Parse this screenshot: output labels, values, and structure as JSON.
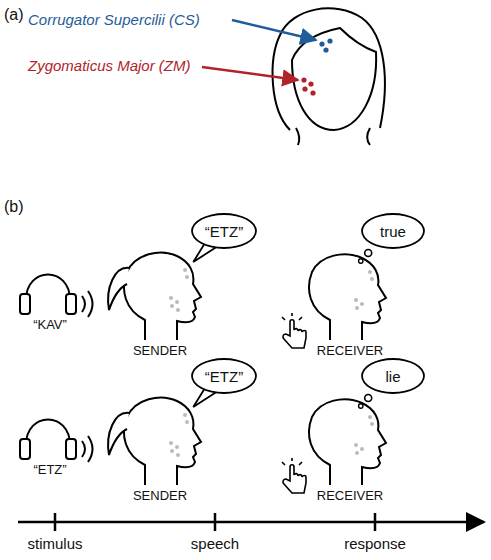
{
  "diagram": {
    "nodes": [
      {
        "text": [
          "“ETZ”"
        ]
      },
      {
        "text": [
          "true"
        ]
      },
      {
        "text": [
          "“ETZ”"
        ]
      },
      {
        "text": [
          "lie"
        ]
      }
    ],
    "labels": [
      "(a)",
      "Corrugator Supercilii (CS)",
      "Zygomaticus Major (ZM)",
      "(b)",
      "“KAV”",
      "SENDER",
      "RECEIVER",
      "“ETZ”",
      "SENDER",
      "RECEIVER",
      "stimulus",
      "speech",
      "response"
    ]
  }
}
